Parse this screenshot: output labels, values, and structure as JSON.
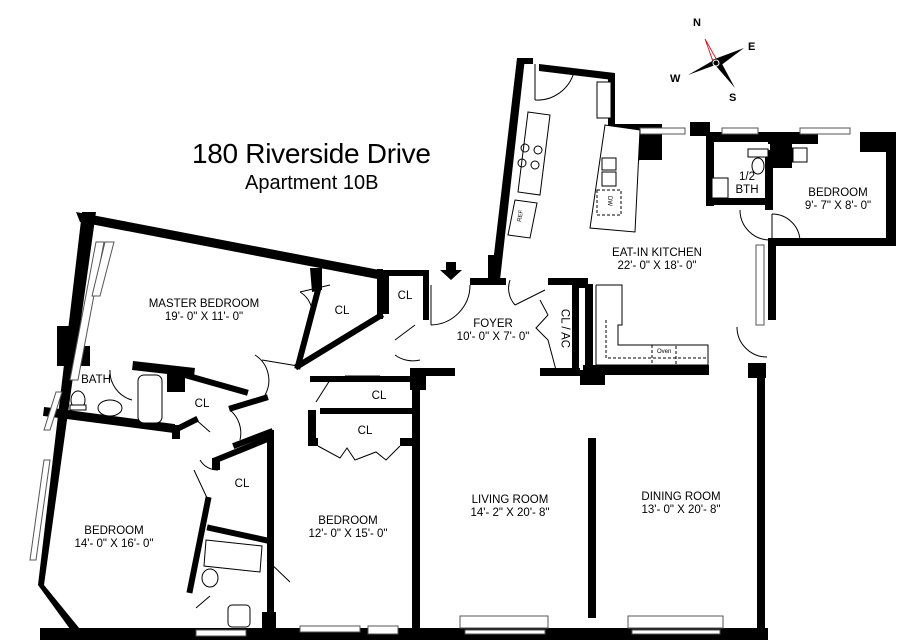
{
  "header": {
    "address": "180 Riverside Drive",
    "unit": "Apartment 10B"
  },
  "compass": {
    "north": "N",
    "east": "E",
    "south": "S",
    "west": "W",
    "north_color": "#e8000b"
  },
  "rooms": {
    "master_bedroom": {
      "name": "MASTER BEDROOM",
      "size": "19'- 0\" X 11'- 0\""
    },
    "eat_in_kitchen": {
      "name": "EAT-IN KITCHEN",
      "size": "22'- 0\" X 18'- 0\""
    },
    "foyer": {
      "name": "FOYER",
      "size": "10'- 0\" X 7'- 0\""
    },
    "small_bedroom": {
      "name": "BEDROOM",
      "size": "9'- 7\" X 8'- 0\""
    },
    "half_bath": {
      "line1": "1/2",
      "line2": "BTH"
    },
    "bath": {
      "name": "BATH"
    },
    "bedroom_left": {
      "name": "BEDROOM",
      "size": "14'- 0\" X 16'- 0\""
    },
    "bedroom_middle": {
      "name": "BEDROOM",
      "size": "12'- 0\" X 15'- 0\""
    },
    "living_room": {
      "name": "LIVING ROOM",
      "size": "14'- 2\" X 20'- 8\""
    },
    "dining_room": {
      "name": "DINING ROOM",
      "size": "13'- 0\" X 20'- 8\""
    },
    "cl_ac": {
      "name": "CL / AC"
    }
  },
  "closets": [
    "CL",
    "CL",
    "CL",
    "CL",
    "CL",
    "CL"
  ],
  "appliances": {
    "refrigerator": "REF",
    "dishwasher": "DW",
    "oven": "Oven"
  }
}
